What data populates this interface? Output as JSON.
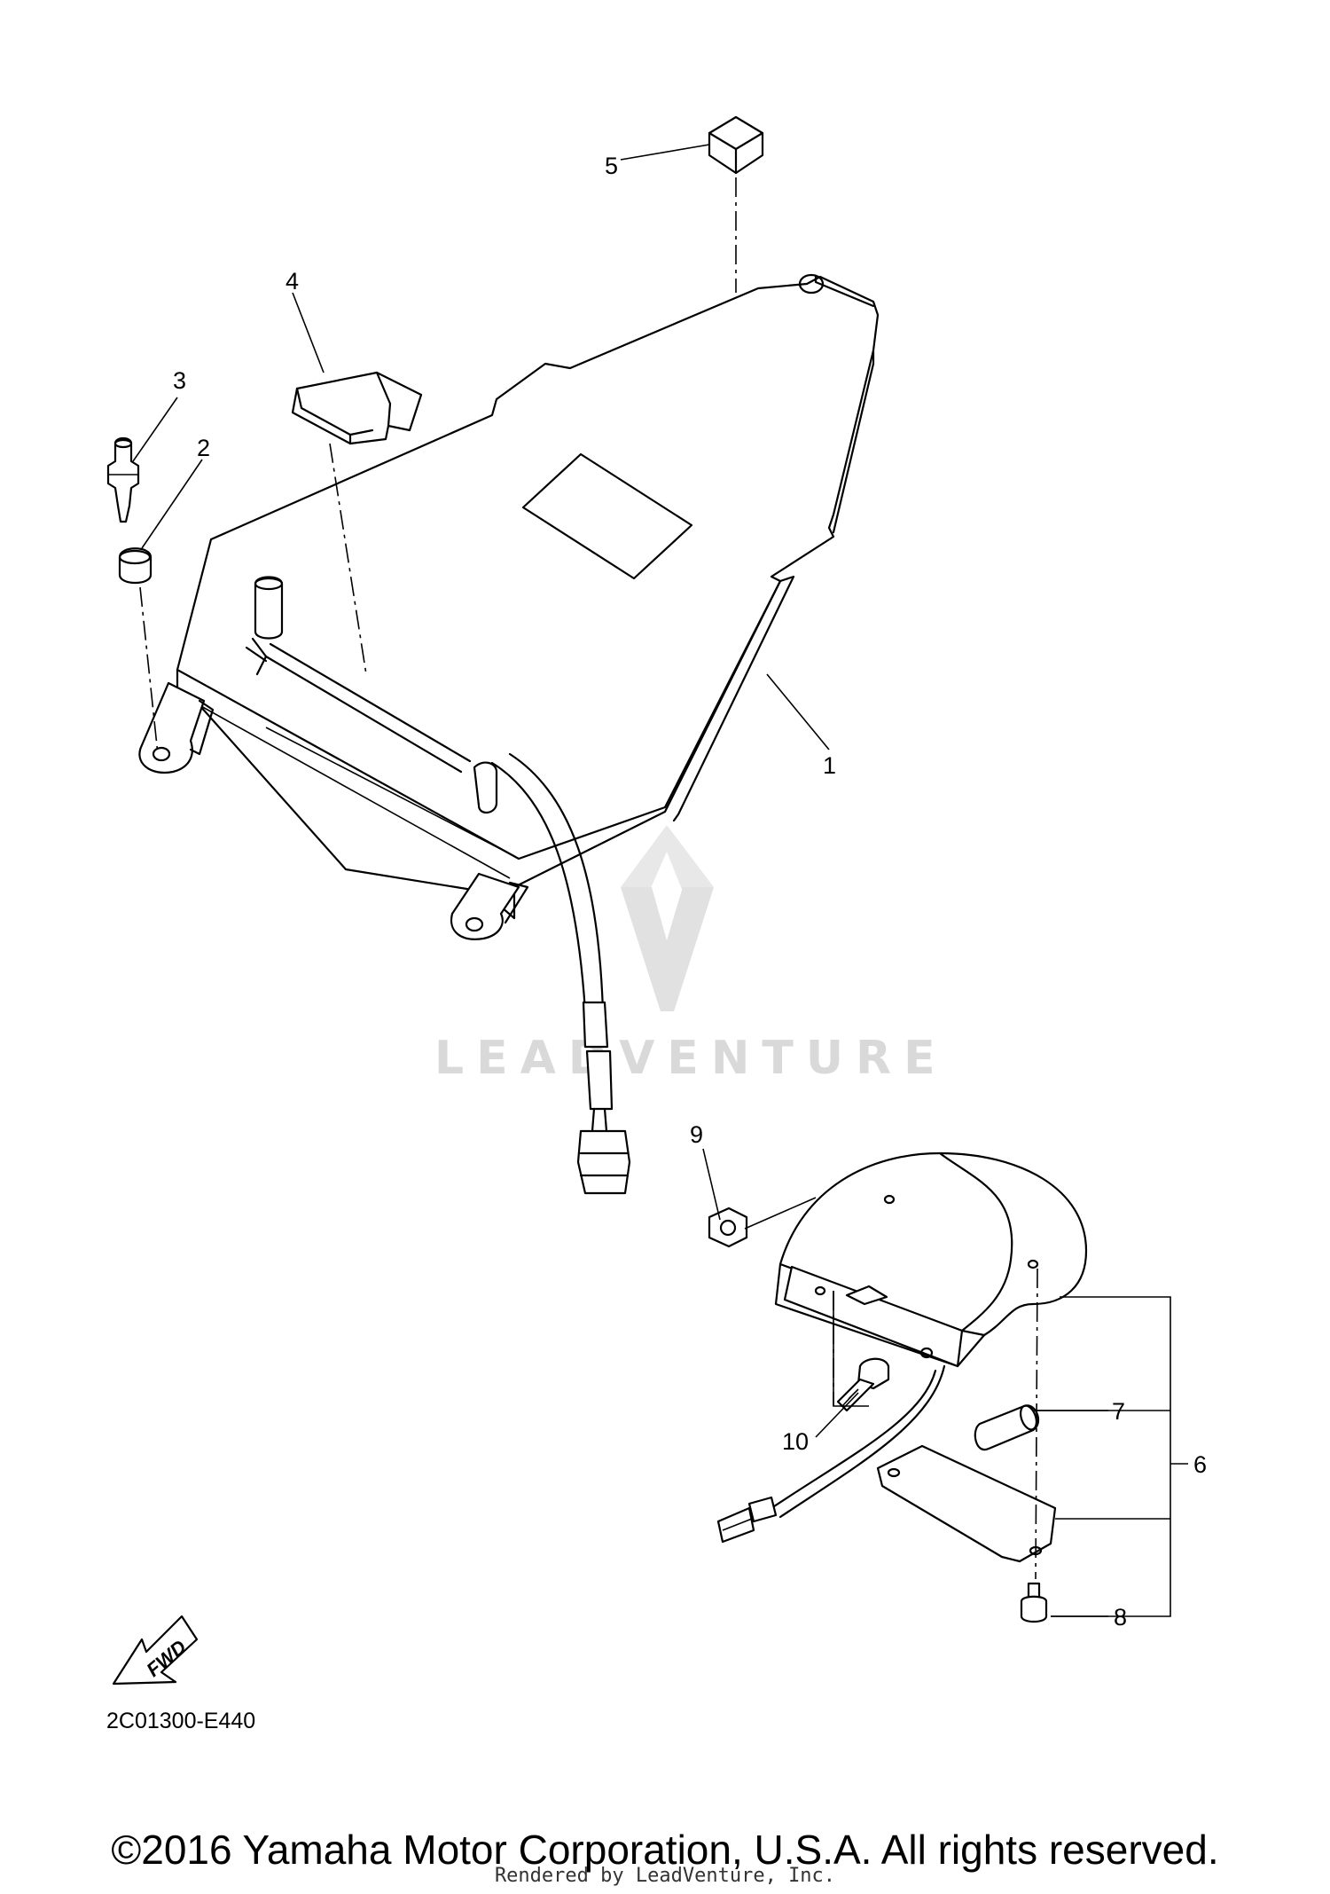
{
  "diagram": {
    "drawing_code": "2C01300-E440",
    "fwd_label": "FWD",
    "watermark": "LEADVENTURE",
    "callouts": [
      {
        "id": "1",
        "label": "1"
      },
      {
        "id": "2",
        "label": "2"
      },
      {
        "id": "3",
        "label": "3"
      },
      {
        "id": "4",
        "label": "4"
      },
      {
        "id": "5",
        "label": "5"
      },
      {
        "id": "6",
        "label": "6"
      },
      {
        "id": "7",
        "label": "7"
      },
      {
        "id": "8",
        "label": "8"
      },
      {
        "id": "9",
        "label": "9"
      },
      {
        "id": "10",
        "label": "10"
      }
    ]
  },
  "footer": {
    "copyright": "©2016 Yamaha Motor Corporation, U.S.A. All rights reserved.",
    "rendered_by": "Rendered by LeadVenture, Inc."
  }
}
